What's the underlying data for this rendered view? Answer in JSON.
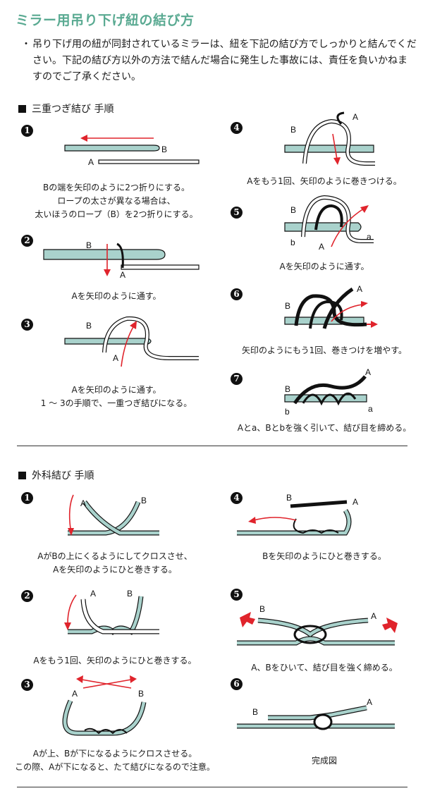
{
  "title": "ミラー用吊り下げ紐の結び方",
  "intro": {
    "bullet": "・",
    "text": "吊り下げ用の紐が同封されているミラーは、紐を下記の結び方でしっかりと結んでください。下記の結び方以外の方法で結んだ場合に発生した事故には、責任を負いかねますのでご了承ください。"
  },
  "colors": {
    "rope": "#a9d2cc",
    "arrow": "#e0242c",
    "title": "#5aaa92"
  },
  "section1": {
    "heading": "三重つぎ結び 手順",
    "steps": [
      {
        "num": "1",
        "caption": [
          "Bの端を矢印のように2つ折りにする。",
          "ロープの太さが異なる場合は、",
          "太いほうのロープ（B）を2つ折りにする。"
        ],
        "labels": [
          "A",
          "B"
        ]
      },
      {
        "num": "2",
        "caption": [
          "Aを矢印のように通す。"
        ],
        "labels": [
          "B",
          "A"
        ]
      },
      {
        "num": "3",
        "caption": [
          "Aを矢印のように通す。",
          "1 ～ 3の手順で、一重つぎ結びになる。"
        ],
        "labels": [
          "B",
          "A"
        ]
      },
      {
        "num": "4",
        "caption": [
          "Aをもう1回、矢印のように巻きつける。"
        ],
        "labels": [
          "B",
          "A"
        ]
      },
      {
        "num": "5",
        "caption": [
          "Aを矢印のように通す。"
        ],
        "labels": [
          "B",
          "b",
          "A",
          "a"
        ]
      },
      {
        "num": "6",
        "caption": [
          "矢印のようにもう1回、巻きつけを増やす。"
        ],
        "labels": [
          "B",
          "A"
        ]
      },
      {
        "num": "7",
        "caption": [
          "Aとa、Bとbを強く引いて、結び目を締める。"
        ],
        "labels": [
          "B",
          "b",
          "A",
          "a"
        ]
      }
    ]
  },
  "section2": {
    "heading": "外科結び 手順",
    "steps": [
      {
        "num": "1",
        "caption": [
          "AがBの上にくるようにしてクロスさせ、",
          "Aを矢印のようにひと巻きする。"
        ],
        "labels": [
          "A",
          "B"
        ]
      },
      {
        "num": "2",
        "caption": [
          "Aをもう1回、矢印のようにひと巻きする。"
        ],
        "labels": [
          "A",
          "B"
        ]
      },
      {
        "num": "3",
        "caption": [
          "Aが上、Bが下になるようにクロスさせる。",
          "この際、Aが下になると、たて結びになるので注意。"
        ],
        "labels": [
          "A",
          "B"
        ]
      },
      {
        "num": "4",
        "caption": [
          "Bを矢印のようにひと巻きする。"
        ],
        "labels": [
          "B",
          "A"
        ]
      },
      {
        "num": "5",
        "caption": [
          "A、Bをひいて、結び目を強く締める。"
        ],
        "labels": [
          "B",
          "A"
        ]
      },
      {
        "num": "6",
        "caption": [
          "完成図"
        ],
        "labels": [
          "B",
          "A"
        ]
      }
    ]
  }
}
